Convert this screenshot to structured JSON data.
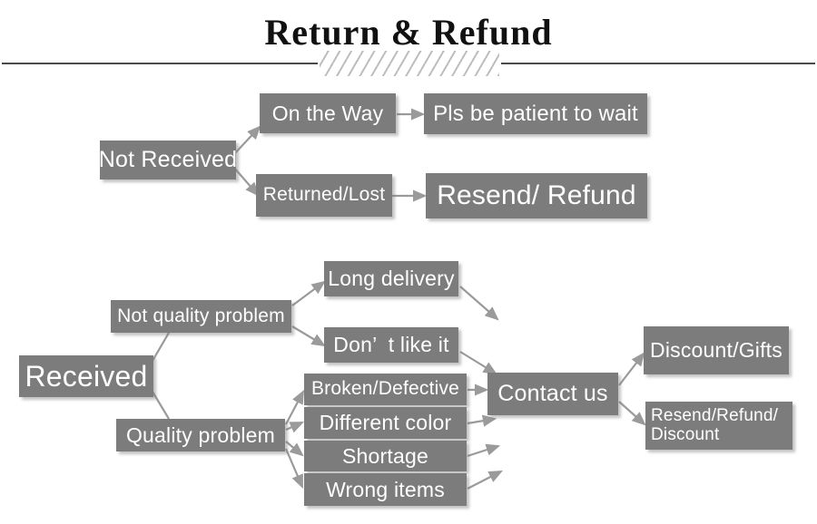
{
  "header": {
    "title": "Return & Refund",
    "divider_icon": "hatched-divider"
  },
  "colors": {
    "box_fill": "#7c7c7c",
    "box_text": "#ffffff",
    "connector": "#9a9a9a",
    "divider": "#4a4a4a",
    "background": "#ffffff"
  },
  "flow": {
    "not_received": {
      "label": "Not Received",
      "children": [
        {
          "label": "On the Way",
          "result": "Pls be patient to wait"
        },
        {
          "label": "Returned/Lost",
          "result": "Resend/ Refund"
        }
      ]
    },
    "received": {
      "label": "Received",
      "branches": [
        {
          "label": "Not quality problem",
          "reasons": [
            "Long delivery",
            "Don’  t like it"
          ]
        },
        {
          "label": "Quality problem",
          "reasons": [
            "Broken/Defective",
            "Different color",
            "Shortage",
            "Wrong items"
          ]
        }
      ],
      "contact": "Contact us",
      "outcomes": [
        "Discount/Gifts",
        "Resend/Refund/\nDiscount"
      ]
    }
  },
  "nodes": {
    "not_received": "Not Received",
    "on_the_way": "On the Way",
    "pls_be_patient": "Pls be patient to wait",
    "returned_lost": "Returned/Lost",
    "resend_refund": "Resend/ Refund",
    "received": "Received",
    "not_quality_problem": "Not quality problem",
    "quality_problem": "Quality problem",
    "long_delivery": "Long delivery",
    "dont_like_it": "Don’  t like it",
    "broken_defective": "Broken/Defective",
    "different_color": "Different color",
    "shortage": "Shortage",
    "wrong_items": "Wrong items",
    "contact_us": "Contact us",
    "discount_gifts": "Discount/Gifts",
    "resend_refund_discount": "Resend/Refund/\nDiscount"
  }
}
